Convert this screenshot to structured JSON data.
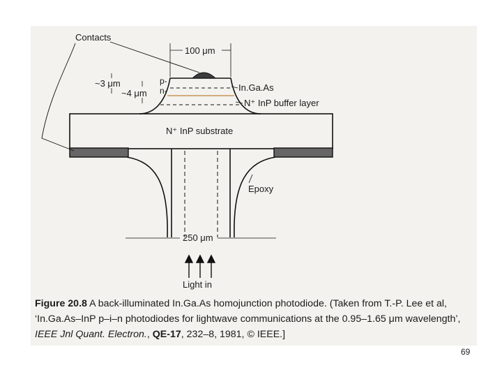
{
  "diagram": {
    "labels": {
      "contacts": "Contacts",
      "width_top": "100 μm",
      "thickness_top": "~3 μm",
      "thickness_mesa": "~4 μm",
      "layer_p": "p-",
      "layer_n": "n-",
      "ingaas": "In.Ga.As",
      "buffer": "N⁺ InP buffer layer",
      "substrate": "N⁺ InP substrate",
      "epoxy": "Epoxy",
      "width_bottom": "250 μm",
      "light_in": "Light in"
    },
    "colors": {
      "line": "#111111",
      "contact_fill": "#555555",
      "background": "#f3f2ee"
    }
  },
  "caption": {
    "figure_label": "Figure 20.8",
    "text_1": " A back-illuminated In.Ga.As homojunction photodiode. (Taken from T.-P. Lee et al, ‘In.Ga.As–InP p–i–n photodiodes for lightwave communications at the 0.95–1.65 μm wavelength’, ",
    "journal": "IEEE Jnl Quant. Electron.",
    "text_2": ", ",
    "volume": "QE-17",
    "text_3": ", 232–8, 1981, © IEEE.]"
  },
  "page_number": "69"
}
